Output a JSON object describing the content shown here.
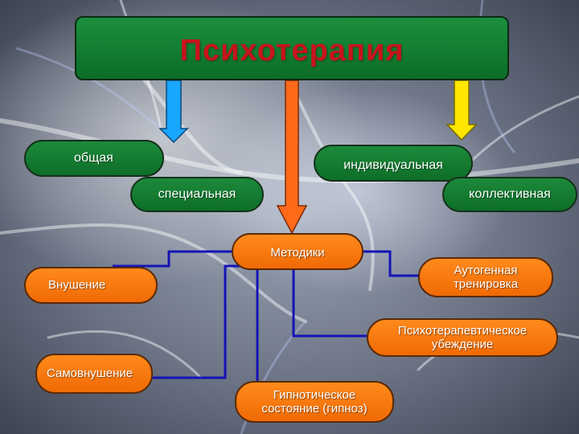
{
  "title": "Психотерапия",
  "nodes": {
    "general": "общая",
    "individual": "индивидуальная",
    "special": "специальная",
    "collective": "коллективная",
    "methods": "Методики",
    "suggestion": "Внушение",
    "autogenic_line1": "Аутогенная",
    "autogenic_line2": "тренировка",
    "persuasion_line1": "Психотерапевтическое",
    "persuasion_line2": "убеждение",
    "self_suggestion": "Самовнушение",
    "hypnosis_line1": "Гипнотическое",
    "hypnosis_line2": "состояние (гипноз)"
  },
  "colors": {
    "title_box": "#0e7a2e",
    "title_text": "#c8141c",
    "green_node": "#14843a",
    "orange_node": "#f47a10",
    "arrow_blue": "#19a6ff",
    "arrow_orange": "#ff6a1a",
    "arrow_yellow": "#ffe600",
    "connector": "#1414b4"
  }
}
